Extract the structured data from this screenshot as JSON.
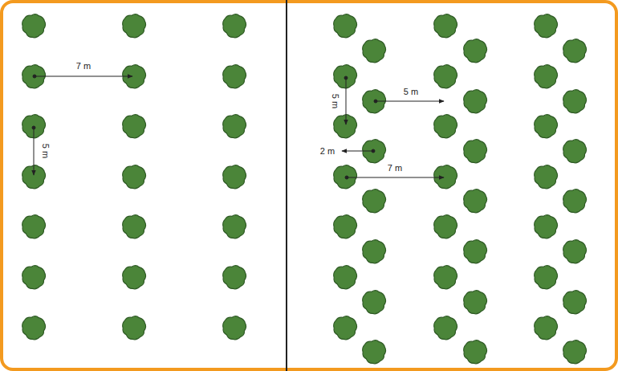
{
  "diagram": {
    "labels": [
      "7 m",
      "5 m",
      "5 m",
      "5 m",
      "2 m",
      "7 m"
    ]
  }
}
